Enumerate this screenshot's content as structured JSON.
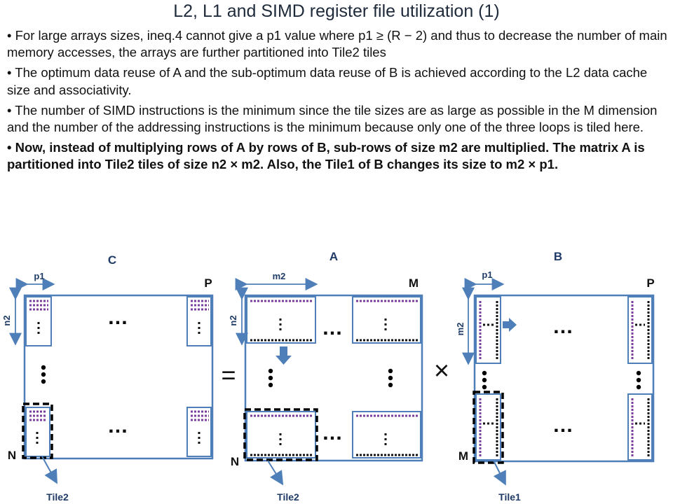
{
  "slide": {
    "title": "L2, L1 and SIMD register file utilization (1)",
    "bullets": [
      "For large arrays sizes, ineq.4 cannot give a p1 value where p1 ≥ (R − 2) and thus to decrease the number of main memory accesses, the arrays are further partitioned into Tile2 tiles",
      "The optimum data reuse of A and the sub-optimum data reuse of B is achieved according to the L2 data cache size and associativity.",
      "The number of SIMD instructions is the minimum since the tile sizes are as large as possible in the M dimension and the number of the addressing instructions is the minimum because only one of the three loops is tiled here.",
      "Now, instead of multiplying rows of A by rows of B, sub-rows of size m2 are multiplied. The matrix A is partitioned into Tile2 tiles of size n2 × m2. Also, the Tile1 of B changes its size to m2 × p1."
    ]
  },
  "diagram": {
    "matrix_c": {
      "name": "C",
      "dim_top": "P",
      "dim_left": "N",
      "block_w": "p1",
      "block_h": "n2",
      "callout": "Tile2"
    },
    "matrix_a": {
      "name": "A",
      "dim_top": "M",
      "dim_left": "N",
      "block_w": "m2",
      "block_h": "n2",
      "callout": "Tile2"
    },
    "matrix_b": {
      "name": "B",
      "dim_top": "P",
      "dim_left": "M",
      "block_w": "p1",
      "block_h": "m2",
      "callout": "Tile1"
    },
    "equals_sign": "=",
    "times_sign": "×",
    "ellipsis": "…",
    "colors": {
      "matrix_border": "#4e7fb8",
      "arrow": "#4e7fb8",
      "label": "#1f3b66",
      "dotted_purple": "#7b3f9e",
      "tile_dash": "#000000"
    }
  }
}
